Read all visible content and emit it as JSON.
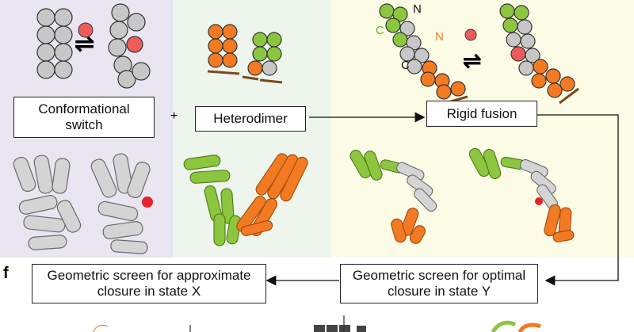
{
  "colors": {
    "panel_switch": "#e9e6f2",
    "panel_hetero": "#eef5ec",
    "panel_rigid": "#fbfbe6",
    "gray": "#c7c7c7",
    "orange": "#f27a22",
    "green": "#8cc63f",
    "red": "#ef5b5b",
    "red_dot": "#e8222b"
  },
  "boxes": {
    "conformational_switch": "Conformational switch",
    "heterodimer": "Heterodimer",
    "rigid_fusion": "Rigid fusion",
    "screen_y": "Geometric screen for optimal closure in state Y",
    "screen_x": "Geometric screen for approximate closure in state X"
  },
  "plus_sign": "+",
  "panel_letter": "f",
  "terminus_labels": {
    "n_black": "N",
    "c_green": "C",
    "n_orange": "N",
    "c_black": "C"
  },
  "equilibrium_symbol": "⇌"
}
